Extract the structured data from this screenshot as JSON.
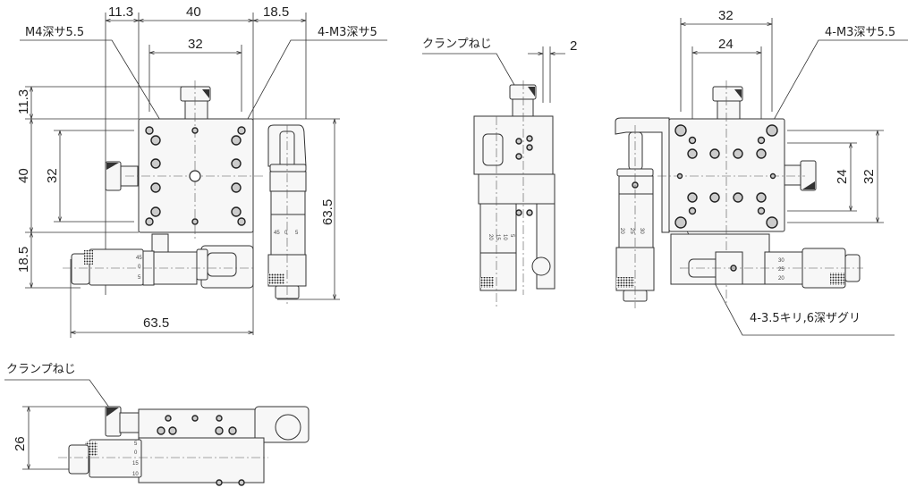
{
  "front_view": {
    "dim_top_left": "11.3",
    "dim_top_center": "40",
    "dim_top_right": "18.5",
    "dim_hole_pitch": "32",
    "dim_left_top": "11.3",
    "dim_left_center": "40",
    "dim_left_bottom": "18.5",
    "dim_left_pitch": "32",
    "dim_height_total": "63.5",
    "dim_width_total": "63.5",
    "note_center_hole": "M4深サ5.5",
    "note_corner_holes": "4-M3深サ5",
    "micrometer_scale_bottom": [
      "45",
      "0",
      "5"
    ],
    "micrometer_scale_right": [
      "45",
      "0",
      "5"
    ]
  },
  "side_view": {
    "note_clamp": "クランプねじ",
    "dim_offset": "2",
    "micrometer_scale": [
      "20",
      "15",
      "10",
      "5"
    ]
  },
  "rear_view": {
    "dim_top_outer": "32",
    "dim_top_inner": "24",
    "dim_right_inner": "24",
    "dim_right_outer": "32",
    "note_tapped_holes": "4-M3深サ5.5",
    "note_counterbore": "4-3.5キリ,6深ザグリ",
    "micrometer_scale_left": [
      "20",
      "25",
      "30"
    ],
    "micrometer_scale_bottom": [
      "30",
      "25",
      "20"
    ]
  },
  "bottom_view": {
    "note_clamp": "クランプねじ",
    "dim_height": "26",
    "micrometer_scale": [
      "5",
      "0",
      "15",
      "10"
    ]
  }
}
